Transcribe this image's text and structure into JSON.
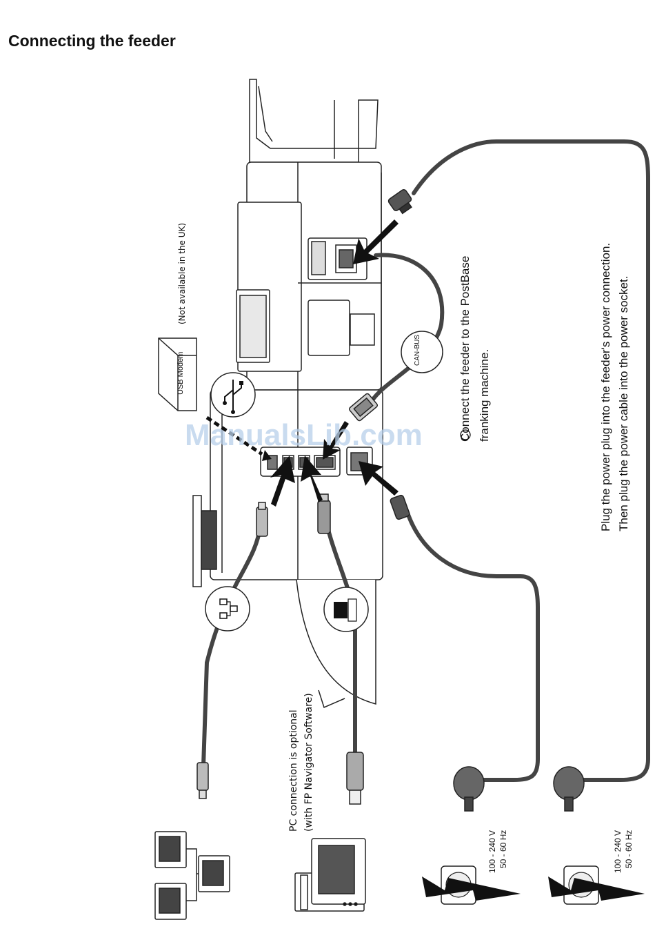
{
  "page": {
    "title": "Connecting the feeder"
  },
  "labels": {
    "usb_modem": "USB Modem",
    "not_available_uk": "(Not available in the UK)",
    "canbus": "CAN-BUS",
    "connect_line1": "Connect the feeder to the PostBase",
    "connect_line2": "franking machine.",
    "power_line1": "Plug the power plug into the feeder's power connection.",
    "power_line2": "Then plug the power cable into the power socket.",
    "pc_line1": "PC connection is optional",
    "pc_line2": "(with FP Navigator Software)",
    "voltage": "100 - 240 V",
    "frequency": "50 - 60 Hz",
    "watermark": "ManualsLib.com"
  },
  "icons": [
    "usb-icon",
    "network-icon",
    "computer-icon",
    "power-socket-icon",
    "lightning-icon",
    "network-computers-icon",
    "pc-icon",
    "rj45-plug-icon",
    "usb-plug-icon",
    "power-plug-icon"
  ]
}
